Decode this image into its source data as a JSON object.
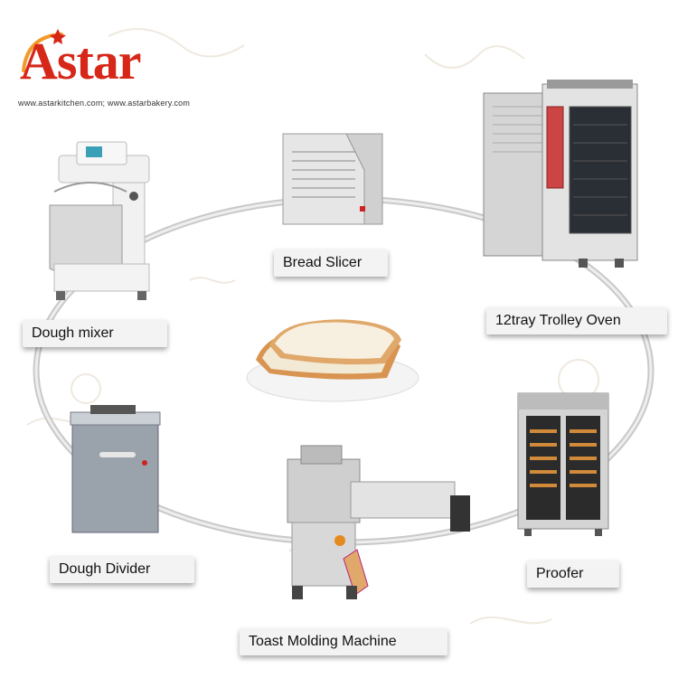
{
  "brand": {
    "name": "Astar",
    "websites": "www.astarkitchen.com; www.astarbakery.com",
    "color": "#d62718"
  },
  "labels": {
    "bread_slicer": "Bread Slicer",
    "dough_mixer": "Dough mixer",
    "trolley_oven": "12tray Trolley Oven",
    "dough_divider": "Dough Divider",
    "proofer": "Proofer",
    "toast_molding": "Toast Molding Machine"
  },
  "icons": {
    "center": "toast-bread-plate-icon"
  }
}
